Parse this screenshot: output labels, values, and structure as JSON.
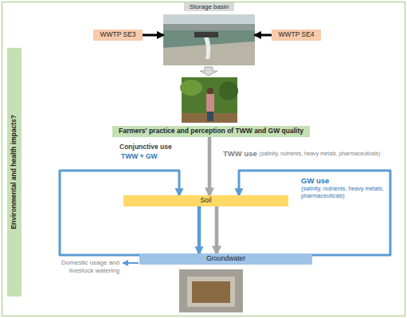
{
  "diagram": {
    "nodes": [
      {
        "text": [
          "Storage basin"
        ]
      },
      {
        "text": [
          "WWTP SE3"
        ]
      },
      {
        "text": [
          "WWTP SE4"
        ]
      },
      {
        "text": [
          "Farmers' practice and perception of TWW and GW quality"
        ]
      },
      {
        "text": [
          "Soil"
        ]
      },
      {
        "text": [
          "Groundwater"
        ]
      },
      {
        "text": [
          "Environmental and health impacts?"
        ]
      }
    ],
    "edges": [
      {
        "from": 1,
        "to": 0,
        "arrow": "to"
      },
      {
        "from": 2,
        "to": 0,
        "arrow": "to"
      },
      {
        "from": 3,
        "to": 4,
        "arrow": "to"
      },
      {
        "from": 4,
        "to": 5,
        "arrow": "to"
      },
      {
        "from": 4,
        "to": 5,
        "arrow": "to"
      },
      {
        "from": 5,
        "to": 4,
        "arrow": "to"
      },
      {
        "from": 5,
        "to": 4,
        "arrow": "to"
      }
    ],
    "labels": [
      "Conjunctive use",
      "TWW + GW",
      "TWW use",
      "(salinity, nutrients, heavy metals, pharmaceuticals)",
      "GW use",
      "(salinity, nutrients, heavy metals, pharmaceuticals)",
      "Domestic usage and livestock watering"
    ]
  }
}
